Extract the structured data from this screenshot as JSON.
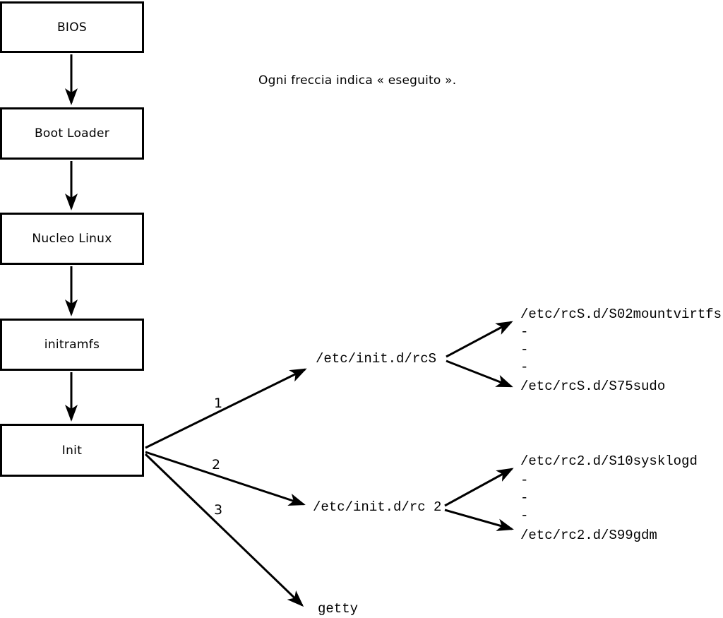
{
  "caption": "Ogni freccia indica « eseguito ».",
  "boxes": {
    "bios": "BIOS",
    "boot_loader": "Boot Loader",
    "kernel": "Nucleo Linux",
    "initramfs": "initramfs",
    "init": "Init"
  },
  "branch_labels": {
    "one": "1",
    "two": "2",
    "three": "3"
  },
  "targets": {
    "rcs": "/etc/init.d/rcS",
    "rc2": "/etc/init.d/rc 2",
    "getty": "getty"
  },
  "rcs_scripts": {
    "first": "/etc/rcS.d/S02mountvirtfs",
    "dot1": "-",
    "dot2": "-",
    "dot3": "-",
    "last": "/etc/rcS.d/S75sudo"
  },
  "rc2_scripts": {
    "first": "/etc/rc2.d/S10sysklogd",
    "dot1": "-",
    "dot2": "-",
    "dot3": "-",
    "last": "/etc/rc2.d/S99gdm"
  },
  "colors": {
    "ink": "#000000",
    "background": "#ffffff"
  }
}
